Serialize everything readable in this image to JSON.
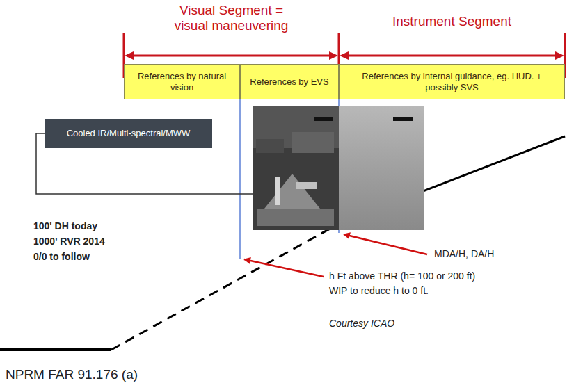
{
  "diagram": {
    "caption": "NPRM FAR 91.176 (a)",
    "nodes": [
      {
        "text": [
          "References by natural vision"
        ]
      },
      {
        "text": [
          "References by EVS"
        ]
      },
      {
        "text": [
          "References by internal guidance, eg. HUD. + possibly SVS"
        ]
      },
      {
        "text": [
          "Cooled IR/Multi-spectral/MWW"
        ]
      }
    ],
    "labels": [
      "Visual Segment = visual maneuvering",
      "Instrument Segment",
      "100' DH today",
      "1000' RVR 2014",
      "0/0 to follow",
      "MDA/H, DA/H",
      "h Ft above THR (h= 100 or 200 ft)",
      "WIP to reduce h to 0 ft.",
      "Courtesy ICAO"
    ]
  }
}
